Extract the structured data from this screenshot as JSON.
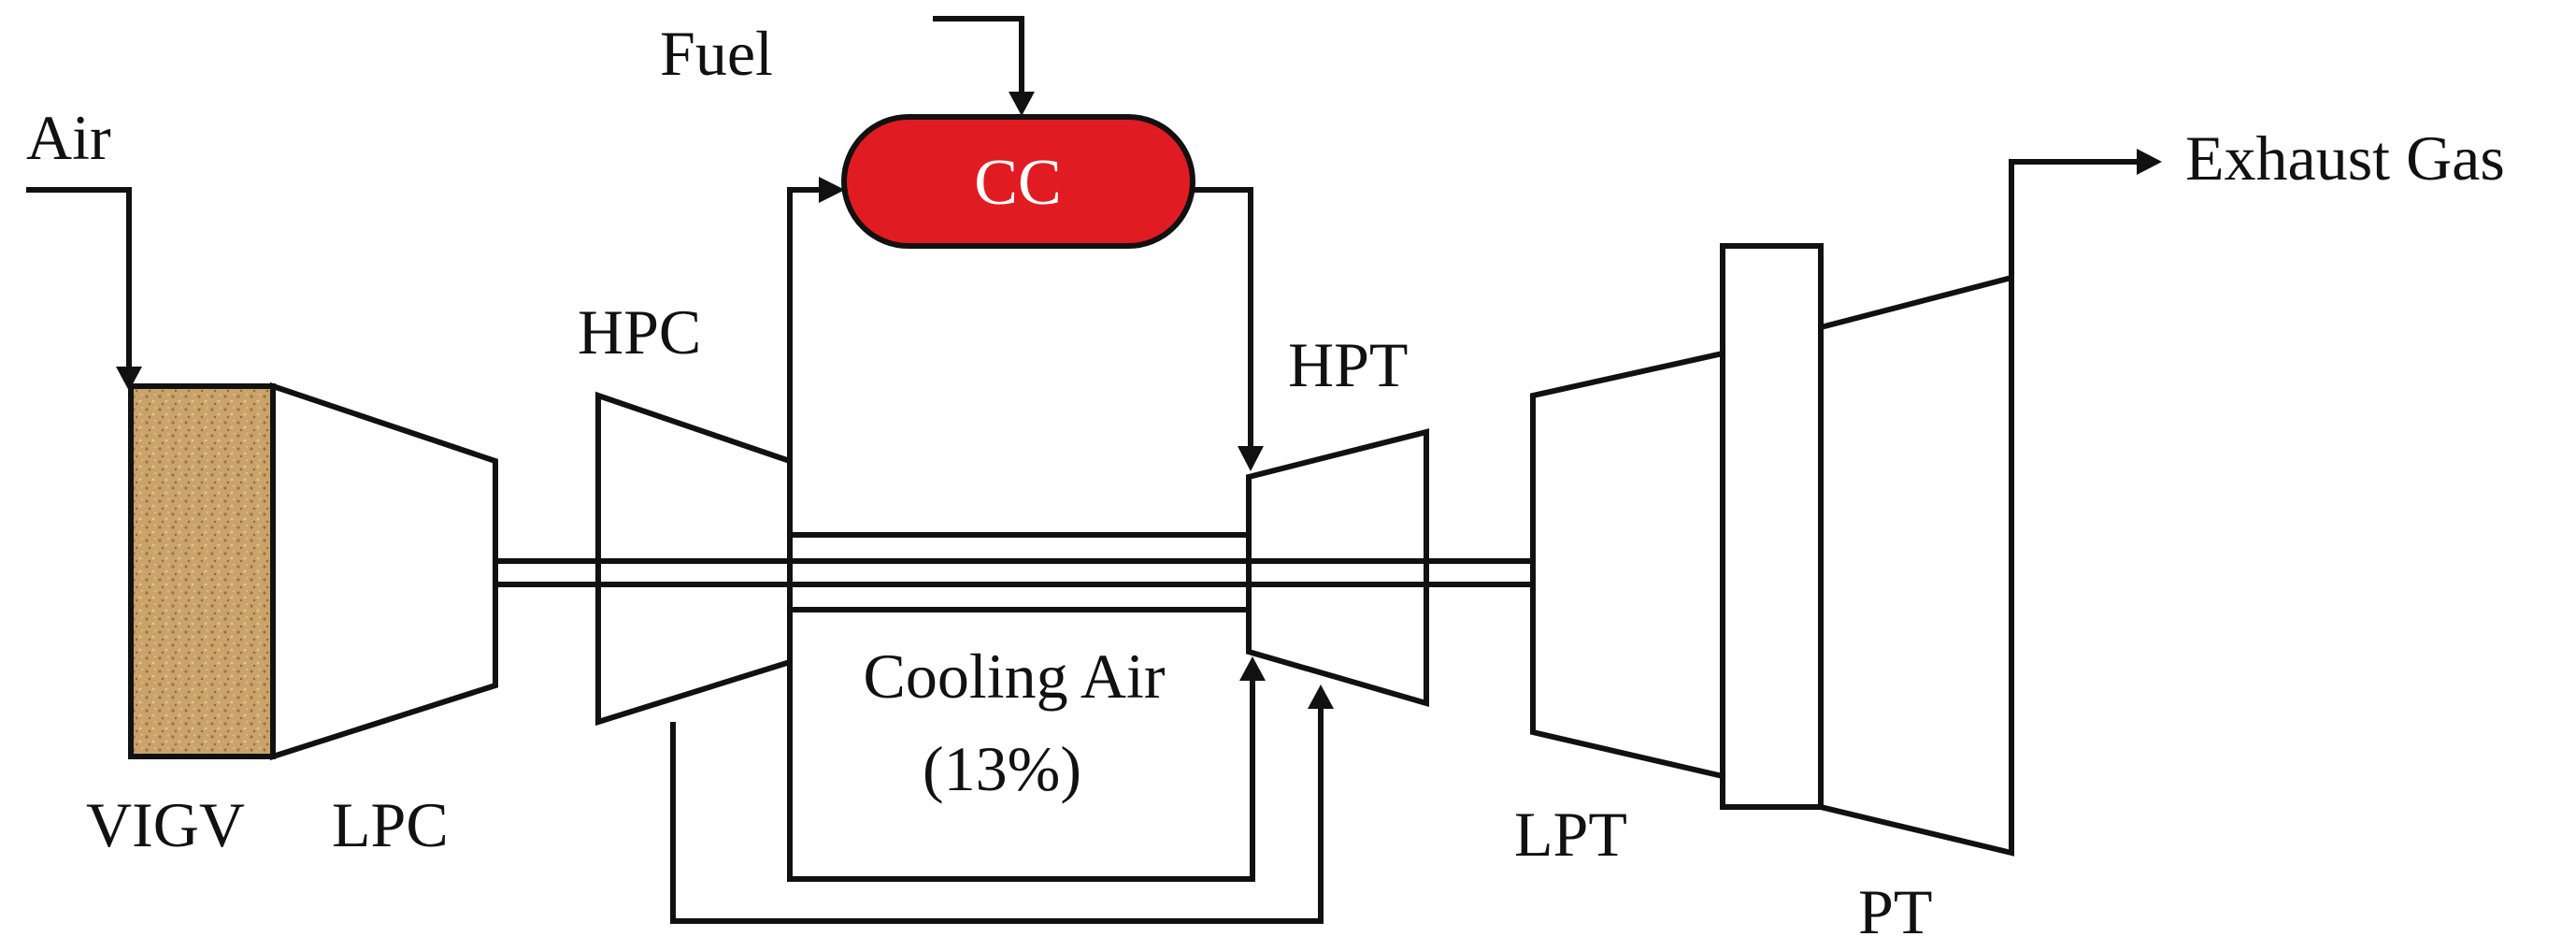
{
  "diagram": {
    "labels": {
      "air": "Air",
      "fuel": "Fuel",
      "cc": "CC",
      "exhaust": "Exhaust Gas",
      "hpc": "HPC",
      "hpt": "HPT",
      "vigv": "VIGV",
      "lpc": "LPC",
      "lpt": "LPT",
      "pt": "PT",
      "cooling_air": "Cooling Air",
      "cooling_pct": "(13%)"
    },
    "colors": {
      "combustion_chamber": "#e11b22",
      "vigv_fill": "#c9a36a",
      "lines": "#111111",
      "background": "#ffffff"
    }
  }
}
